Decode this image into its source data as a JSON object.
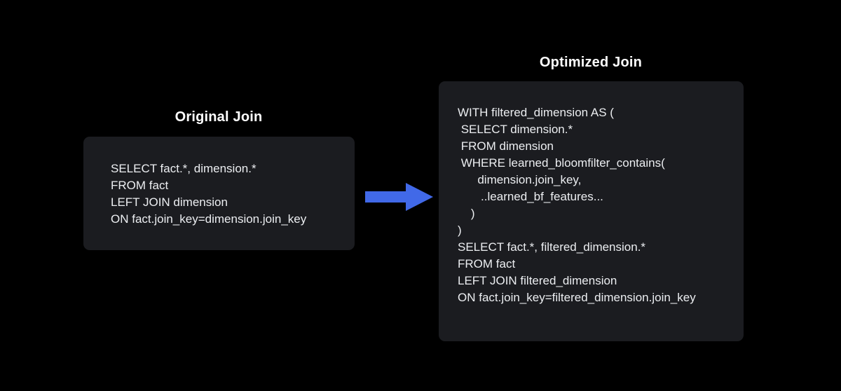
{
  "canvas": {
    "background_color": "#000000",
    "panel_color": "#1b1c20",
    "text_color": "#eceef1",
    "arrow_color": "#4169e8"
  },
  "diagram": {
    "type": "before-after-comparison",
    "left_panel": {
      "title": "Original Join",
      "code_lines": [
        "SELECT fact.*, dimension.*",
        "FROM fact",
        "LEFT JOIN dimension",
        "ON fact.join_key=dimension.join_key"
      ],
      "code_text": "SELECT fact.*, dimension.*\nFROM fact\nLEFT JOIN dimension\nON fact.join_key=dimension.join_key"
    },
    "right_panel": {
      "title": "Optimized Join",
      "code_lines": [
        "WITH filtered_dimension AS (",
        " SELECT dimension.*",
        " FROM dimension",
        " WHERE learned_bloomfilter_contains(",
        "      dimension.join_key,",
        "       ..learned_bf_features...",
        "    )",
        ")",
        "SELECT fact.*, filtered_dimension.*",
        "FROM fact",
        "LEFT JOIN filtered_dimension",
        "ON fact.join_key=filtered_dimension.join_key"
      ],
      "code_text": "WITH filtered_dimension AS (\n SELECT dimension.*\n FROM dimension\n WHERE learned_bloomfilter_contains(\n      dimension.join_key,\n       ..learned_bf_features...\n    )\n)\nSELECT fact.*, filtered_dimension.*\nFROM fact\nLEFT JOIN filtered_dimension\nON fact.join_key=filtered_dimension.join_key"
    },
    "connector": {
      "icon": "right-arrow-icon",
      "direction": "right",
      "color": "#4169e8"
    }
  }
}
